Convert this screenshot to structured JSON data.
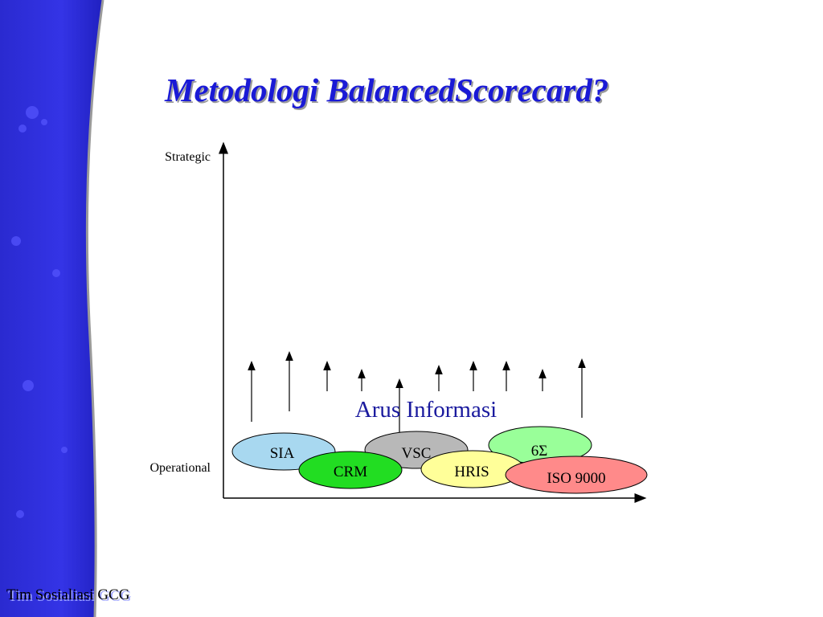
{
  "slide": {
    "title": "Metodologi BalancedScorecard?",
    "footer": "Tim Sosialiasi GCG"
  },
  "diagram": {
    "y_axis_top_label": "Strategic",
    "y_axis_bottom_label": "Operational",
    "flow_label": "Arus Informasi",
    "systems": [
      {
        "label": "SIA",
        "color": "#a8d8f0"
      },
      {
        "label": "VSC",
        "color": "#b8b8b8"
      },
      {
        "label": "6Σ",
        "color": "#99ff99"
      },
      {
        "label": "CRM",
        "color": "#22dd22"
      },
      {
        "label": "HRIS",
        "color": "#ffff99"
      },
      {
        "label": "ISO 9000",
        "color": "#ff8a8a"
      }
    ]
  },
  "colors": {
    "title": "#1a1ad6",
    "band": "#2b2bd9",
    "flow_label": "#1a1a9e"
  }
}
